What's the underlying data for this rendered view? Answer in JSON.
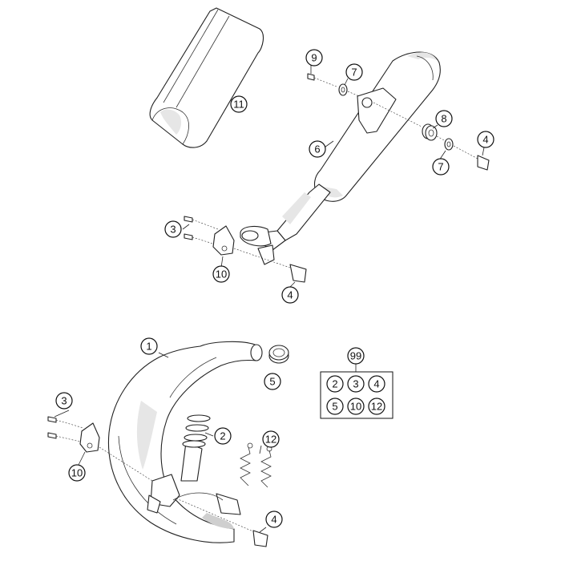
{
  "diagram": {
    "callouts": {
      "c11": "11",
      "c9": "9",
      "c7a": "7",
      "c8": "8",
      "c7b": "7",
      "c4a": "4",
      "c6": "6",
      "c3a": "3",
      "c10a": "10",
      "c4b": "4",
      "c1": "1",
      "c5": "5",
      "c2": "2",
      "c12": "12",
      "c3b": "3",
      "c10b": "10",
      "c4c": "4"
    },
    "kit": {
      "label": "99",
      "items": [
        "2",
        "3",
        "4",
        "5",
        "10",
        "12"
      ]
    }
  }
}
